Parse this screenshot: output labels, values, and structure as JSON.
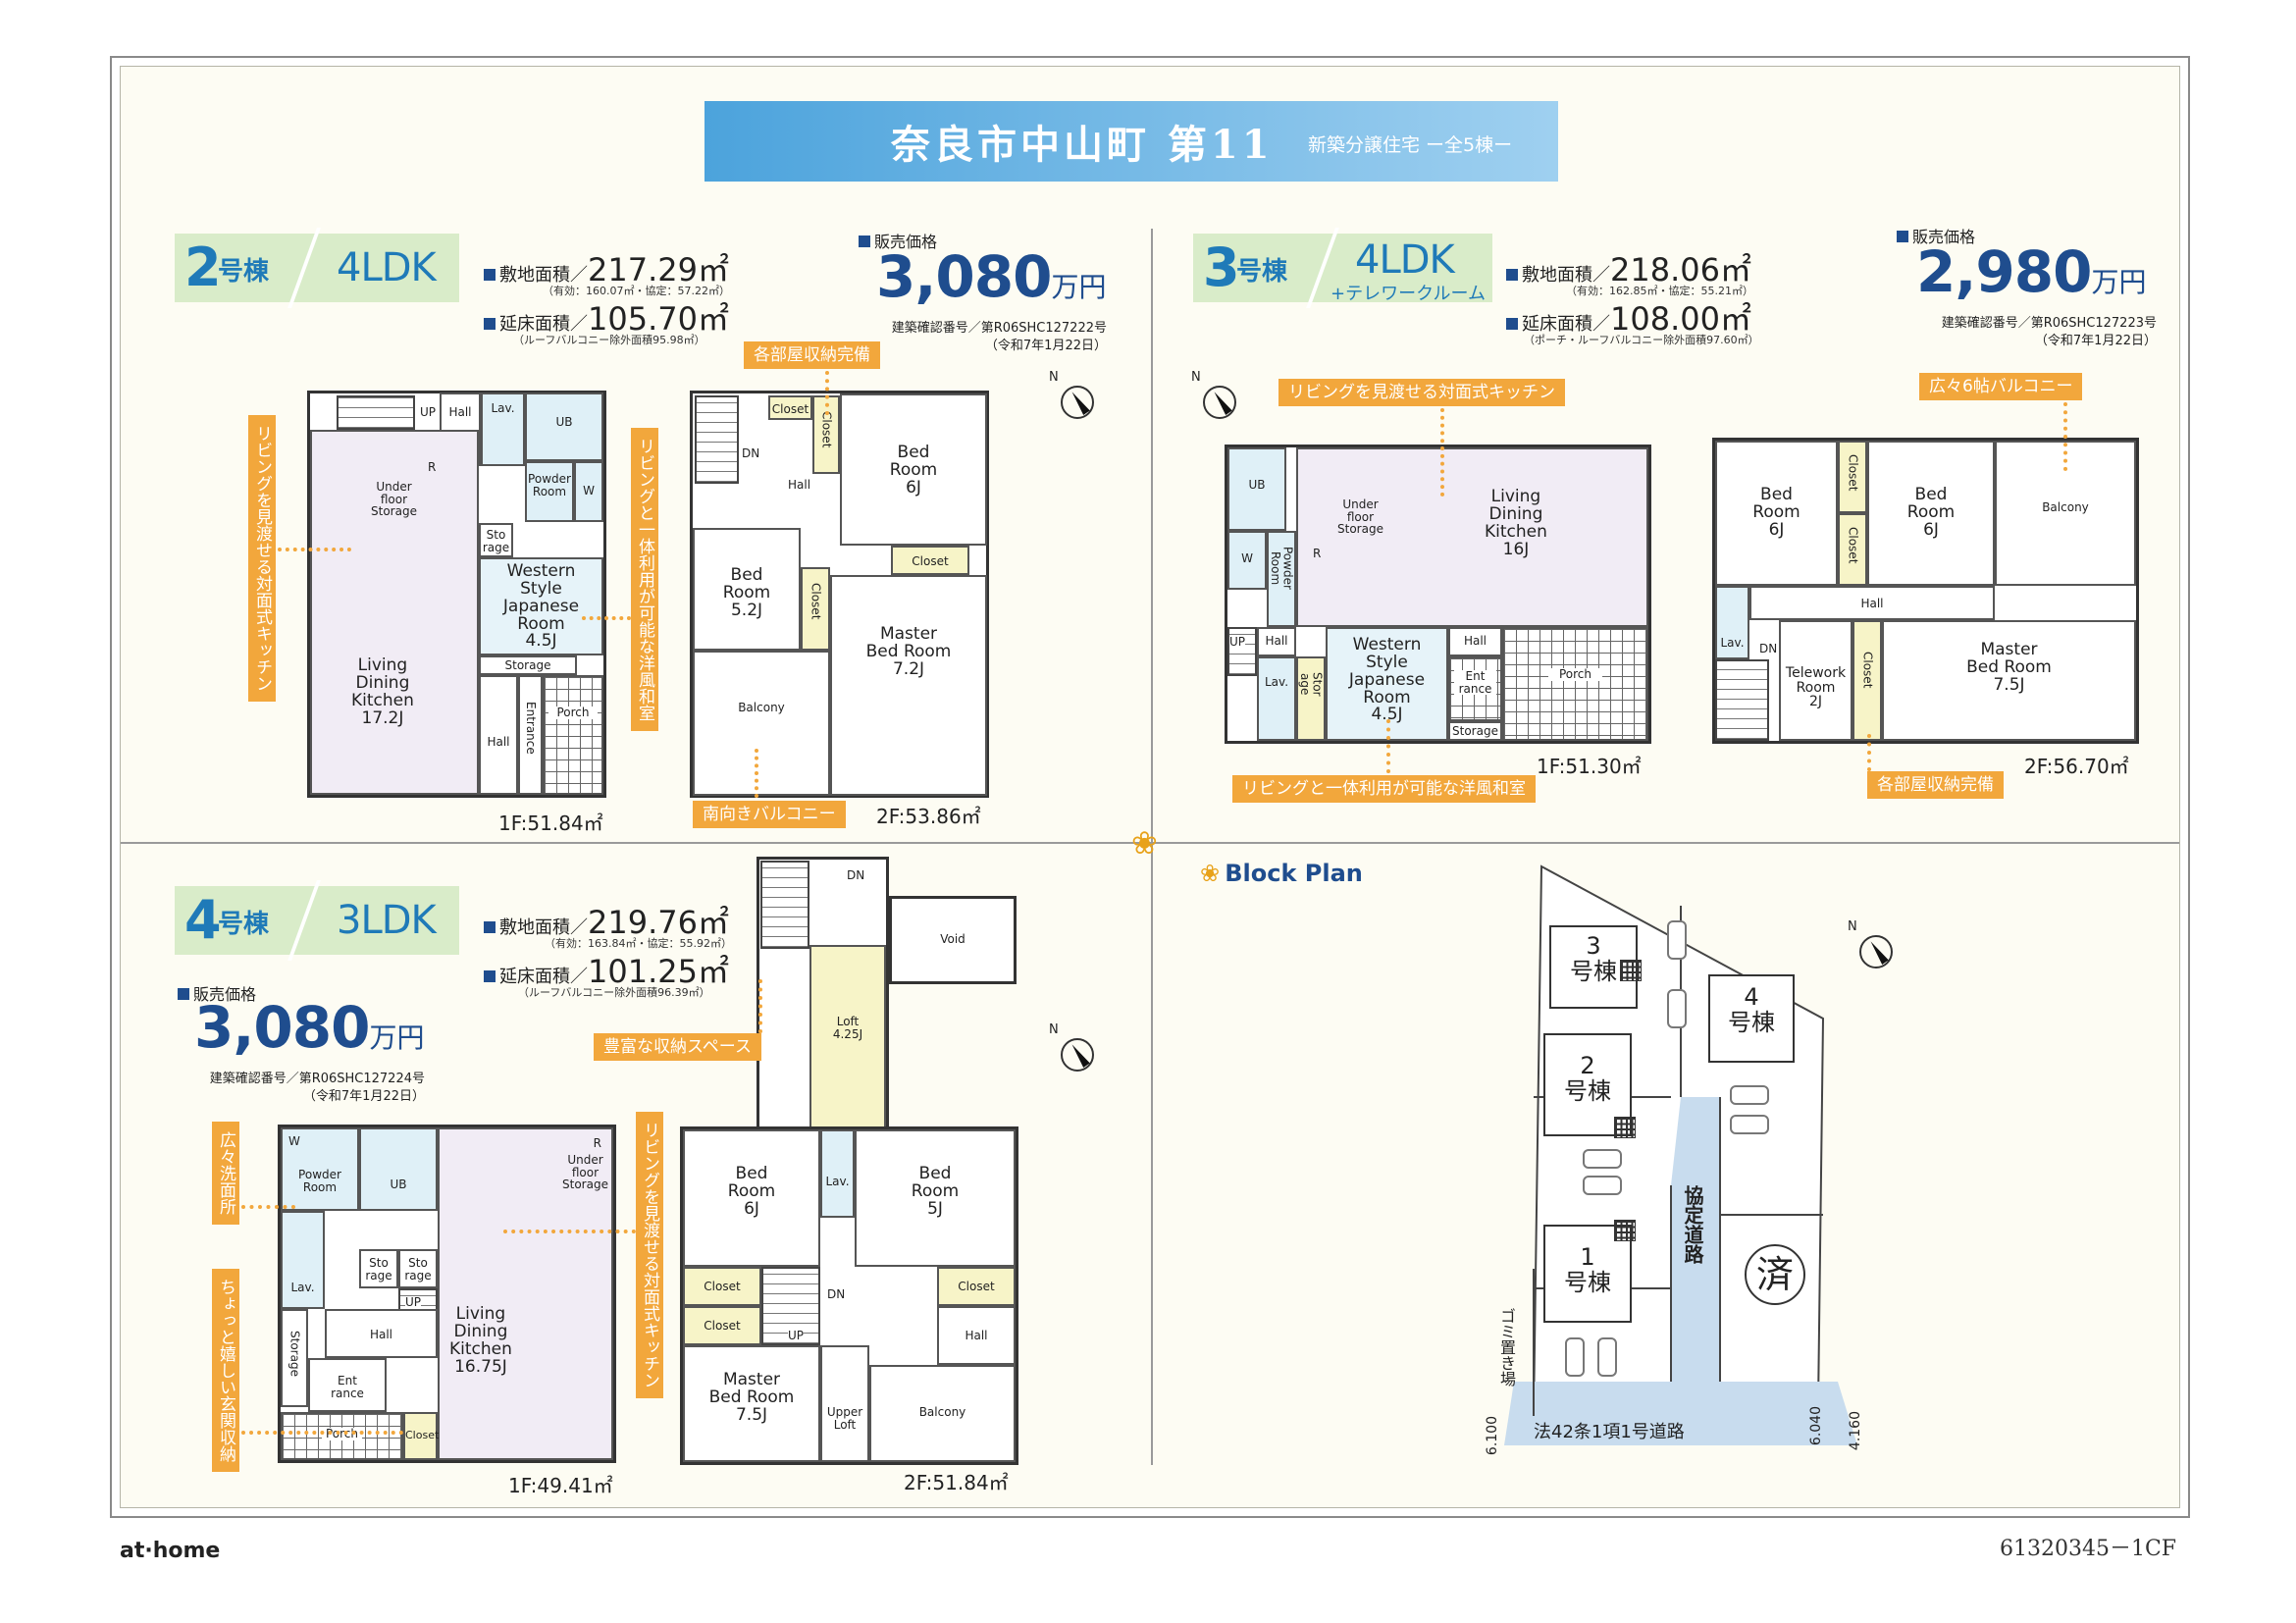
{
  "header": {
    "title": "奈良市中山町 第11",
    "subtitle": "新築分譲住宅 ー全5棟ー"
  },
  "labels": {
    "site_area": "敷地面積／",
    "floor_area": "延床面積／",
    "price": "販売価格",
    "price_unit": "万円",
    "block_plan": "Block Plan"
  },
  "lots": {
    "no2": {
      "num": "2",
      "gou": "号棟",
      "type": "4LDK",
      "site_area": "217.29㎡",
      "site_note": "（有効：160.07㎡・協定：57.22㎡）",
      "floor_area": "105.70㎡",
      "floor_note": "（ルーフバルコニー除外面積95.98㎡）",
      "price": "3,080",
      "confirm": "建築確認番号／第R06SHC127222号",
      "confirm_date": "（令和7年1月22日）",
      "floor1": "1F:51.84㎡",
      "floor2": "2F:53.86㎡",
      "callouts": [
        "リビングを見渡せる対面式キッチン",
        "リビングと一体利用が可能な洋風和室",
        "各部屋収納完備",
        "南向きバルコニー"
      ],
      "rooms1": {
        "ldk": "Living\nDining\nKitchen\n17.2J",
        "jp": "Western\nStyle\nJapanese\nRoom\n4.5J",
        "ub": "UB",
        "powder": "Powder\nRoom",
        "lav": "Lav.",
        "hall": "Hall",
        "up": "UP",
        "storage": "Storage",
        "sto": "Sto\nrage",
        "entrance": "Entrance",
        "porch": "Porch",
        "hall2": "Hall",
        "w": "W",
        "r": "R",
        "under": "Under\nfloor\nStorage"
      },
      "rooms2": {
        "bed1": "Bed\nRoom\n6J",
        "bed2": "Bed\nRoom\n5.2J",
        "master": "Master\nBed Room\n7.2J",
        "balcony": "Balcony",
        "closet": "Closet",
        "closet_b": "Closet",
        "closet_c": "Closet",
        "closet_d": "Closet",
        "hall": "Hall",
        "dn": "DN"
      }
    },
    "no3": {
      "num": "3",
      "gou": "号棟",
      "type": "4LDK",
      "extra": "+テレワークルーム",
      "site_area": "218.06㎡",
      "site_note": "（有効：162.85㎡・協定：55.21㎡）",
      "floor_area": "108.00㎡",
      "floor_note": "（ポーチ・ルーフバルコニー除外面積97.60㎡）",
      "price": "2,980",
      "confirm": "建築確認番号／第R06SHC127223号",
      "confirm_date": "（令和7年1月22日）",
      "floor1": "1F:51.30㎡",
      "floor2": "2F:56.70㎡",
      "callouts": [
        "リビングを見渡せる対面式キッチン",
        "リビングと一体利用が可能な洋風和室",
        "広々6帖バルコニー",
        "各部屋収納完備"
      ],
      "rooms1": {
        "ldk": "Living\nDining\nKitchen\n16J",
        "jp": "Western\nStyle\nJapanese\nRoom\n4.5J",
        "ub": "UB",
        "powder": "Powder\nRoom",
        "lav": "Lav.",
        "hall": "Hall",
        "up": "UP",
        "storage": "Storage",
        "sto": "Stor\nage",
        "entrance": "Ent\nrance",
        "porch": "Porch",
        "hall2": "Hall",
        "w": "W",
        "r": "R",
        "under": "Under\nfloor\nStorage"
      },
      "rooms2": {
        "bed1": "Bed\nRoom\n6J",
        "bed2": "Bed\nRoom\n6J",
        "master": "Master\nBed Room\n7.5J",
        "balcony": "Balcony",
        "closet": "Closet",
        "closet_b": "Closet",
        "closet_c": "Closet",
        "telework": "Telework\nRoom\n2J",
        "lav": "Lav.",
        "hall": "Hall",
        "dn": "DN"
      }
    },
    "no4": {
      "num": "4",
      "gou": "号棟",
      "type": "3LDK",
      "site_area": "219.76㎡",
      "site_note": "（有効：163.84㎡・協定：55.92㎡）",
      "floor_area": "101.25㎡",
      "floor_note": "（ルーフバルコニー除外面積96.39㎡）",
      "price": "3,080",
      "confirm": "建築確認番号／第R06SHC127224号",
      "confirm_date": "（令和7年1月22日）",
      "floor1": "1F:49.41㎡",
      "floor2": "2F:51.84㎡",
      "callouts": [
        "豊富な収納スペース",
        "広々洗面所",
        "ちょっと嬉しい玄関収納",
        "リビングを見渡せる対面式キッチン"
      ],
      "loft": {
        "dn": "DN",
        "void": "Void",
        "loft": "Loft\n4.25J"
      },
      "rooms1": {
        "ldk": "Living\nDining\nKitchen\n16.75J",
        "powder": "Powder\nRoom",
        "ub": "UB",
        "w": "W",
        "r": "R",
        "lav": "Lav.",
        "sto1": "Sto\nrage",
        "sto2": "Sto\nrage",
        "up": "UP",
        "hall": "Hall",
        "storage": "Storage",
        "entrance": "Ent\nrance",
        "porch": "Porch",
        "closet": "Closet",
        "under": "Under\nfloor\nStorage"
      },
      "rooms2": {
        "bed1": "Bed\nRoom\n6J",
        "bed2": "Bed\nRoom\n5J",
        "master": "Master\nBed Room\n7.5J",
        "balcony": "Balcony",
        "closet1": "Closet",
        "closet2": "Closet",
        "closet3": "Closet",
        "hall": "Hall",
        "lav": "Lav.",
        "dn": "DN",
        "up": "UP",
        "upper_loft": "Upper\nLoft"
      }
    }
  },
  "block_plan": {
    "lots": [
      "3\n号棟",
      "4\n号棟",
      "2\n号棟",
      "1\n号棟"
    ],
    "sold_mark": "済",
    "private_road": "協定道路",
    "public_road": "法42条1項1号道路",
    "garbage": "ゴミ置き場",
    "dims": [
      "6.100",
      "6.040",
      "4.160"
    ],
    "north": "N"
  },
  "footer": {
    "logo": "at·home",
    "code": "61320345－1CF"
  },
  "colors": {
    "accent_blue": "#1f4d8e",
    "title_gradient": "#4ca3dc",
    "callout_orange": "#f2a73c",
    "badge_green": "#d9ecc9",
    "road_blue": "#c8dcee"
  }
}
